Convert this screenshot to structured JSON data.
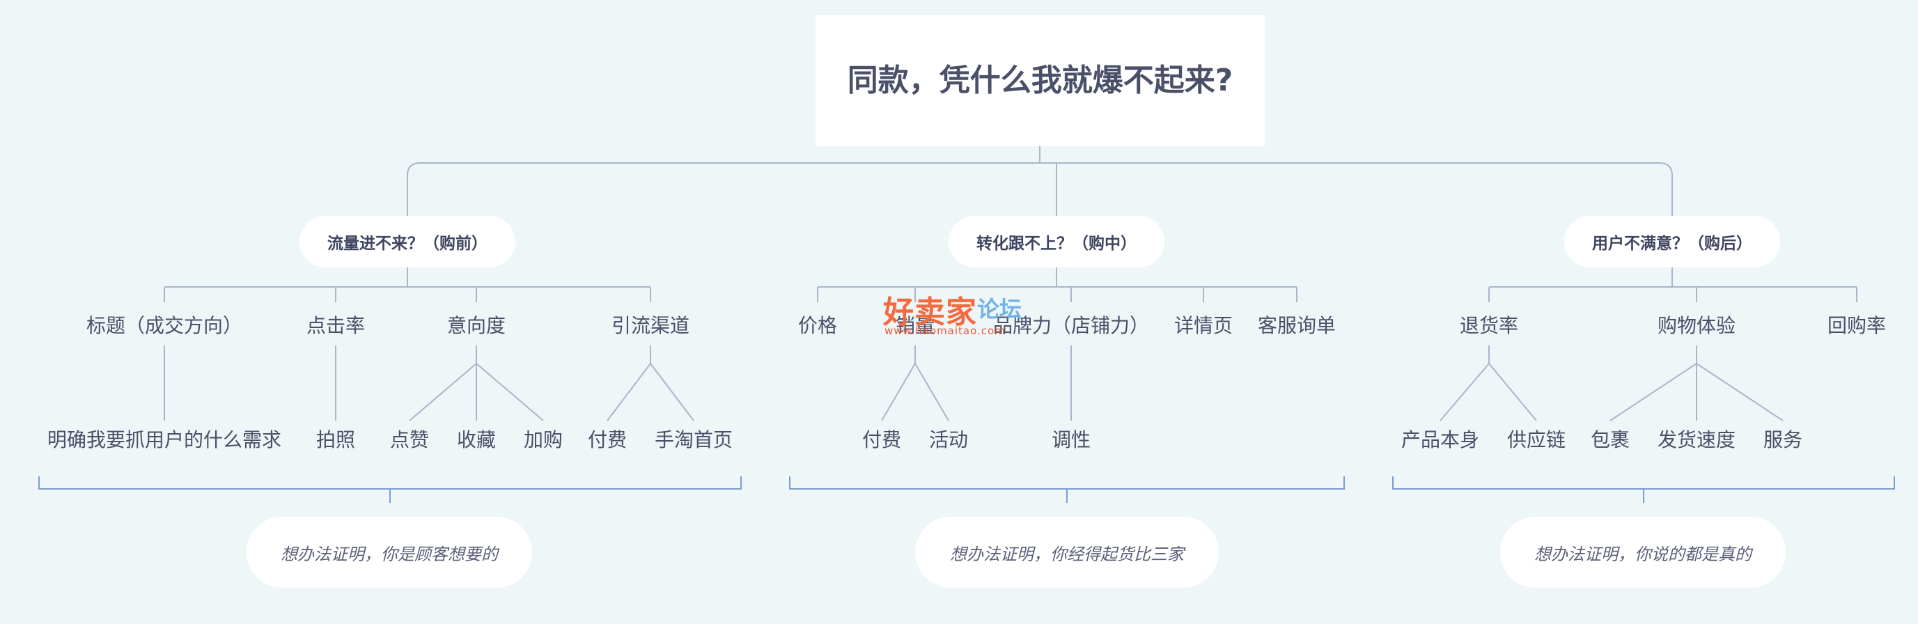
{
  "root": {
    "title": "同款，凭什么我就爆不起来?"
  },
  "branches": [
    {
      "label": "流量进不来？（购前）",
      "summary": "想办法证明，你是顾客想要的",
      "items": [
        {
          "label": "标题（成交方向）",
          "children": [
            "明确我要抓用户的什么需求"
          ]
        },
        {
          "label": "点击率",
          "children": [
            "拍照"
          ]
        },
        {
          "label": "意向度",
          "children": [
            "点赞",
            "收藏",
            "加购"
          ]
        },
        {
          "label": "引流渠道",
          "children": [
            "付费",
            "手淘首页"
          ]
        }
      ]
    },
    {
      "label": "转化跟不上？（购中）",
      "summary": "想办法证明，你经得起货比三家",
      "items": [
        {
          "label": "价格",
          "children": []
        },
        {
          "label": "销量",
          "children": [
            "付费",
            "活动"
          ]
        },
        {
          "label": "品牌力（店铺力）",
          "children": [
            "调性"
          ]
        },
        {
          "label": "详情页",
          "children": []
        },
        {
          "label": "客服询单",
          "children": []
        }
      ]
    },
    {
      "label": "用户不满意？（购后）",
      "summary": "想办法证明，你说的都是真的",
      "items": [
        {
          "label": "退货率",
          "children": [
            "产品本身",
            "供应链"
          ]
        },
        {
          "label": "购物体验",
          "children": [
            "包裹",
            "发货速度",
            "服务"
          ]
        },
        {
          "label": "回购率",
          "children": []
        }
      ]
    }
  ],
  "watermark": {
    "main": "好卖家",
    "sub": "论坛",
    "url": "www.haomaitao.com"
  },
  "colors": {
    "background": "#eff6f8",
    "line": "#a9b6c9",
    "bracket": "#7a9ecf",
    "text": "#4a5068",
    "watermark": "#f36a3e"
  }
}
